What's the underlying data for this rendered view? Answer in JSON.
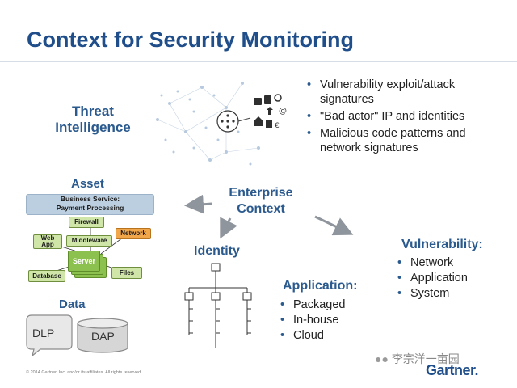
{
  "slide": {
    "title": "Context for Security Monitoring",
    "threat_intel": {
      "heading": "Threat Intelligence",
      "bullets": [
        "Vulnerability exploit/attack signatures",
        "\"Bad actor\" IP and identities",
        "Malicious code patterns and network signatures"
      ]
    },
    "enterprise_context": "Enterprise Context",
    "asset": {
      "heading": "Asset",
      "business_service": "Business Service: Payment Processing",
      "boxes": {
        "firewall": "Firewall",
        "web_app": "Web App",
        "middleware": "Middleware",
        "network": "Network",
        "server": "Server",
        "database": "Database",
        "files": "Files"
      }
    },
    "data": {
      "heading": "Data",
      "dlp": "DLP",
      "dap": "DAP"
    },
    "identity": {
      "heading": "Identity"
    },
    "application": {
      "heading": "Application:",
      "items": [
        "Packaged",
        "In-house",
        "Cloud"
      ]
    },
    "vulnerability": {
      "heading": "Vulnerability:",
      "items": [
        "Network",
        "Application",
        "System"
      ]
    },
    "footer": "© 2014 Gartner, Inc. and/or its affiliates. All rights reserved.",
    "watermark": "李宗洋一亩园",
    "brand": "Gartner."
  },
  "colors": {
    "title": "#1f4e8a",
    "heading": "#2b5a8e",
    "arrow": "#8f959c",
    "network_box": "#f2a64a",
    "server": "#8dc14f"
  }
}
